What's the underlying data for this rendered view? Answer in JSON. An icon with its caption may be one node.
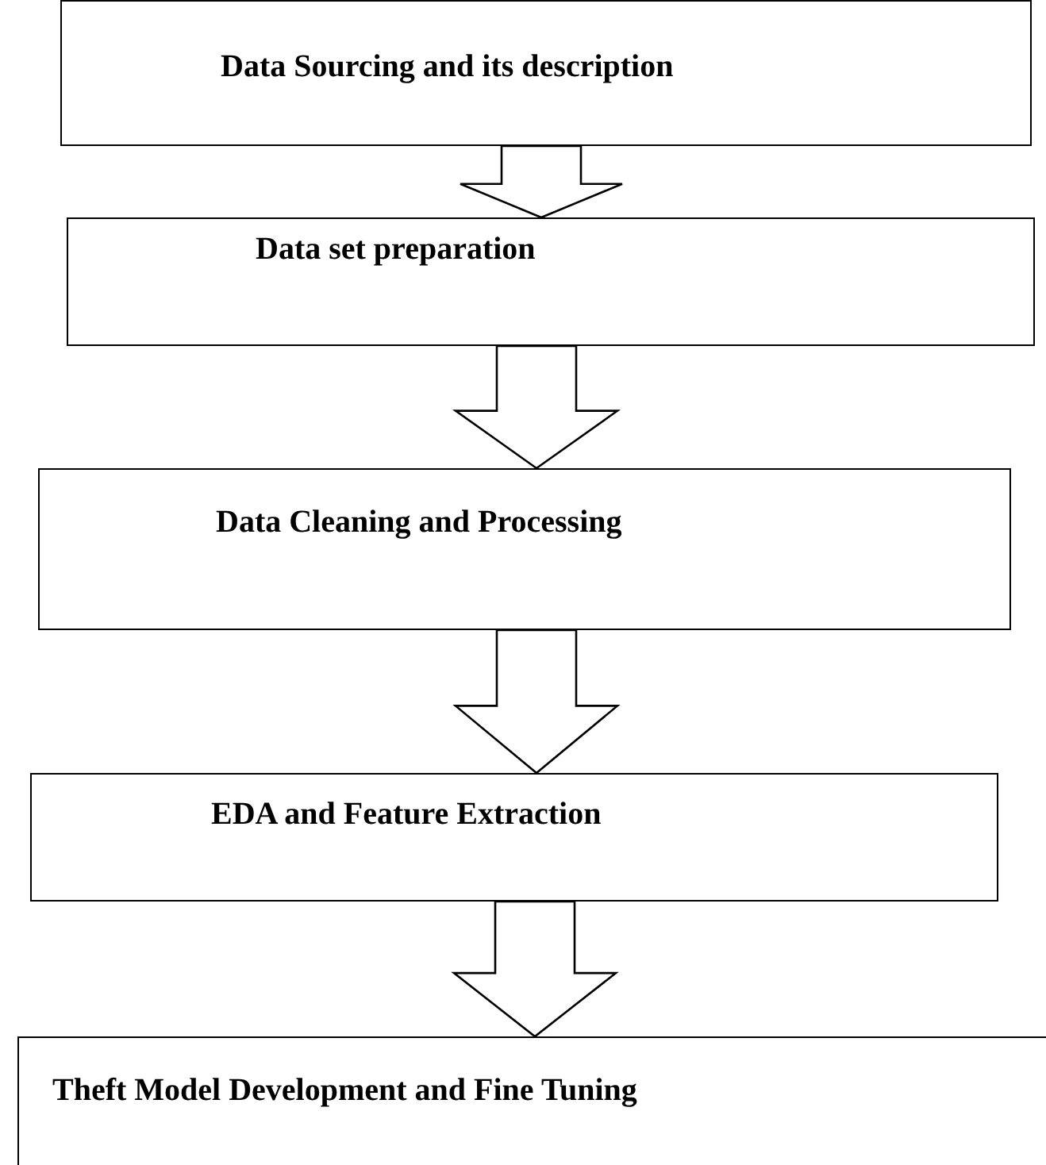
{
  "diagram": {
    "nodes": [
      {
        "text": [
          "Data Sourcing and its description"
        ]
      },
      {
        "text": [
          "Data set preparation"
        ]
      },
      {
        "text": [
          "Data Cleaning and Processing"
        ]
      },
      {
        "text": [
          "EDA and Feature Extraction"
        ]
      },
      {
        "text": [
          "Theft Model Development and Fine Tuning"
        ]
      }
    ],
    "edges": [
      {
        "from": 0,
        "to": 1,
        "arrow": "to"
      },
      {
        "from": 1,
        "to": 2,
        "arrow": "to"
      },
      {
        "from": 2,
        "to": 3,
        "arrow": "to"
      },
      {
        "from": 3,
        "to": 4,
        "arrow": "to"
      }
    ]
  }
}
